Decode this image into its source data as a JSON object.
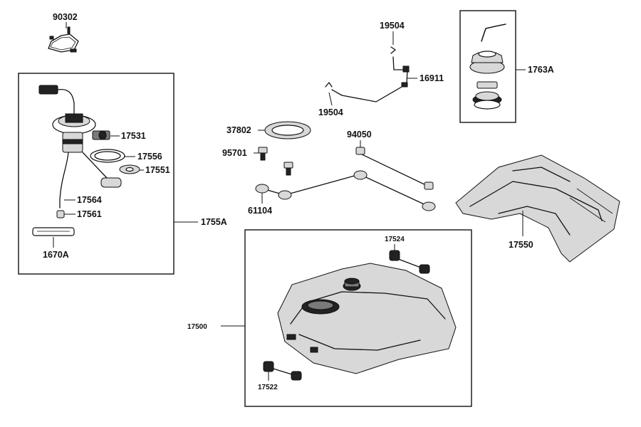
{
  "labels": {
    "p90302": "90302",
    "p17531": "17531",
    "p17556": "17556",
    "p17551": "17551",
    "p17564": "17564",
    "p17561": "17561",
    "p1670A": "1670A",
    "p1755A": "1755A",
    "p19504_top": "19504",
    "p16911": "16911",
    "p19504_bottom": "19504",
    "p37802": "37802",
    "p94050": "94050",
    "p95701": "95701",
    "p61104": "61104",
    "p1763A": "1763A",
    "p17550": "17550",
    "p17524": "17524",
    "p17500": "17500",
    "p17522": "17522"
  }
}
